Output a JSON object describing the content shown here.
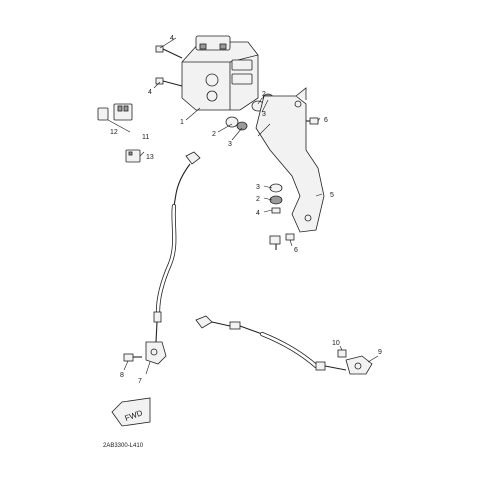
{
  "diagram_ref": "2AB3300-L410",
  "direction_label": "FWD",
  "callouts": [
    {
      "id": "c1a",
      "text": "1"
    },
    {
      "id": "c2a",
      "text": "2"
    },
    {
      "id": "c2b",
      "text": "2"
    },
    {
      "id": "c2c",
      "text": "2"
    },
    {
      "id": "c3a",
      "text": "3"
    },
    {
      "id": "c3b",
      "text": "3"
    },
    {
      "id": "c3c",
      "text": "3"
    },
    {
      "id": "c4a",
      "text": "4"
    },
    {
      "id": "c4b",
      "text": "4"
    },
    {
      "id": "c4c",
      "text": "4"
    },
    {
      "id": "c5",
      "text": "5"
    },
    {
      "id": "c6a",
      "text": "6"
    },
    {
      "id": "c6b",
      "text": "6"
    },
    {
      "id": "c7",
      "text": "7"
    },
    {
      "id": "c8",
      "text": "8"
    },
    {
      "id": "c9",
      "text": "9"
    },
    {
      "id": "c10",
      "text": "10"
    },
    {
      "id": "c11",
      "text": "11"
    },
    {
      "id": "c12",
      "text": "12"
    },
    {
      "id": "c13",
      "text": "13"
    }
  ]
}
